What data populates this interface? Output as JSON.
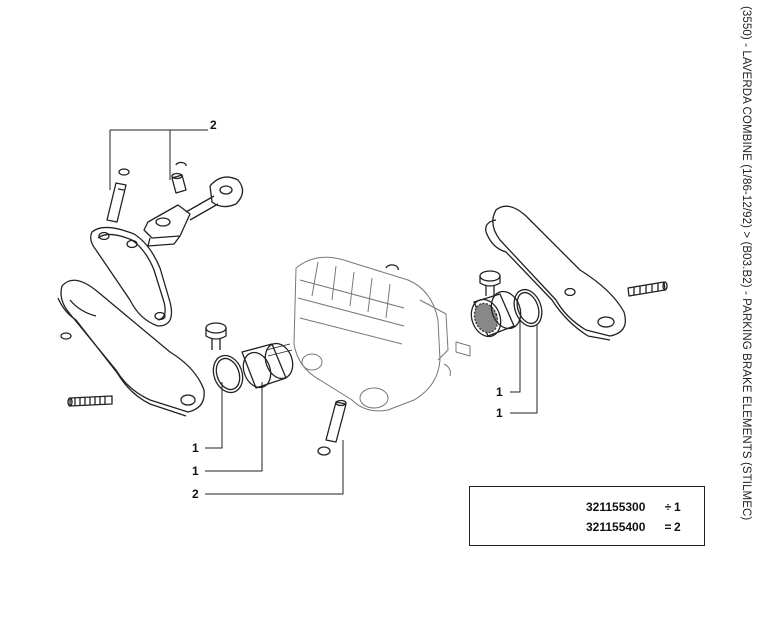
{
  "title": "(3550) - LAVERDA COMBINE (1/86-12/92) > (B03.B2) - PARKING BRAKE ELEMENTS (STILMEC)",
  "callouts": [
    {
      "label": "2"
    },
    {
      "label": "1"
    },
    {
      "label": "1"
    },
    {
      "label": "2"
    },
    {
      "label": "1"
    },
    {
      "label": "1"
    }
  ],
  "legend": {
    "rows": [
      {
        "code": "321155300",
        "sym": "÷",
        "qty": "1"
      },
      {
        "code": "321155400",
        "sym": "=",
        "qty": "2"
      }
    ]
  },
  "colors": {
    "line": "#222222",
    "background": "#ffffff"
  }
}
